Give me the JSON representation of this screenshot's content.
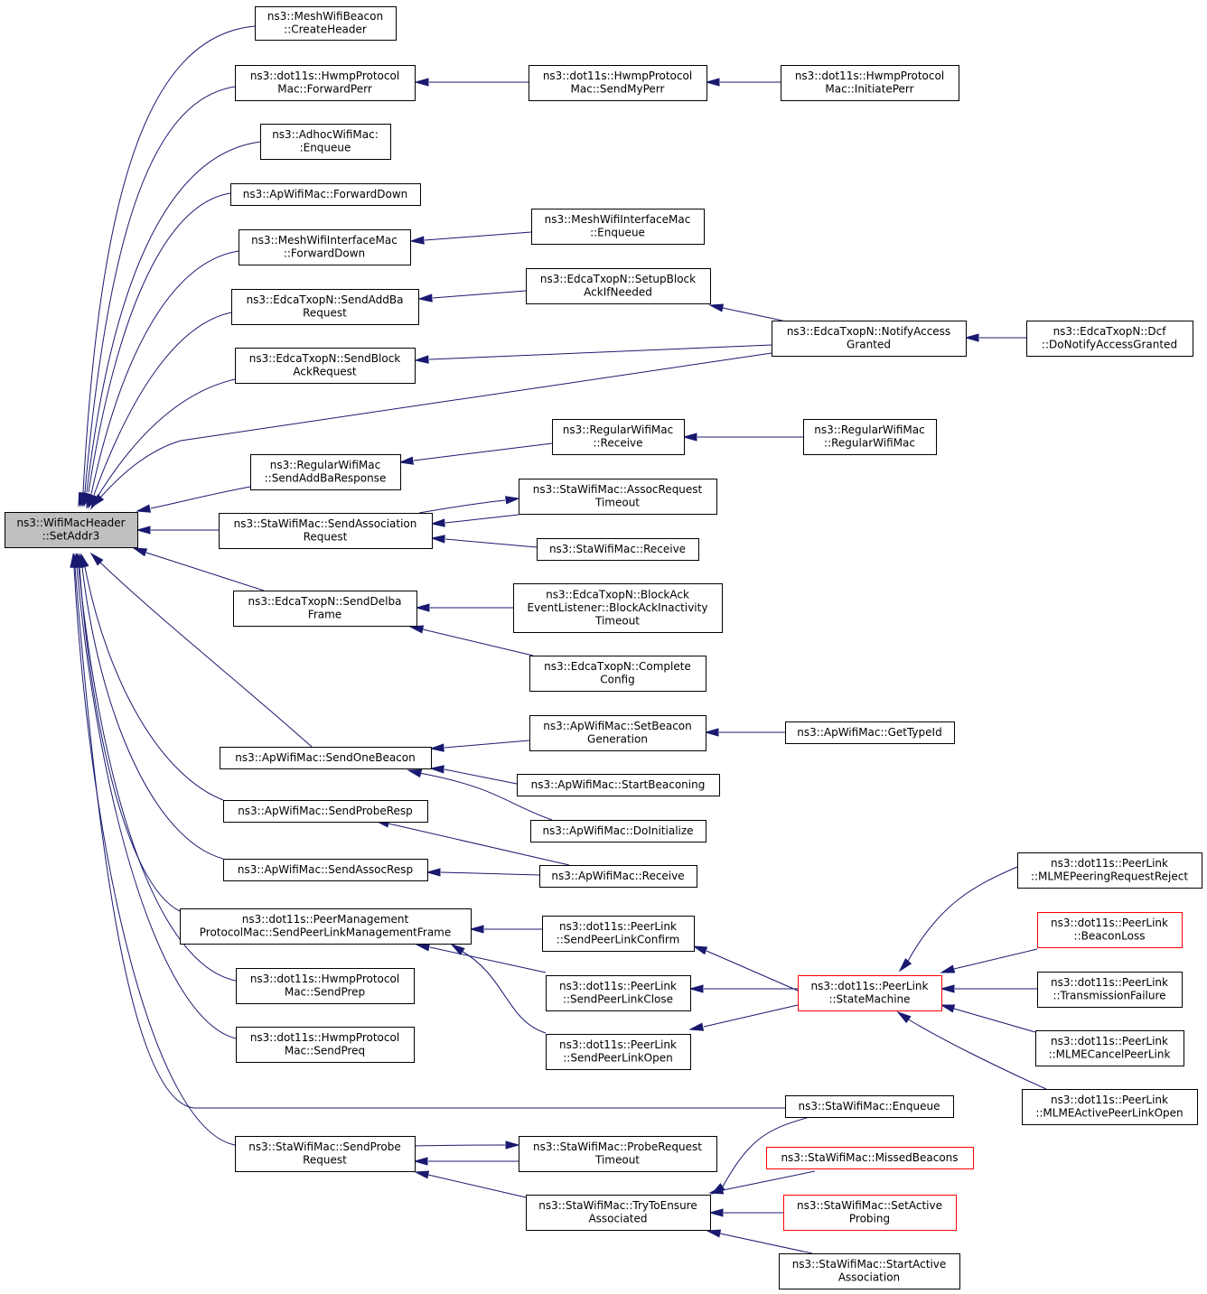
{
  "nodes": [
    {
      "id": "n0",
      "name": "wifimacheader-setaddr3",
      "lines": [
        "ns3::WifiMacHeader",
        "::SetAddr3"
      ],
      "root": true
    },
    {
      "id": "n1",
      "name": "meshwifibeacon-createheader",
      "lines": [
        "ns3::MeshWifiBeacon",
        "::CreateHeader"
      ]
    },
    {
      "id": "n2",
      "name": "hwmpprotocolmac-forwardperr",
      "lines": [
        "ns3::dot11s::HwmpProtocol",
        "Mac::ForwardPerr"
      ]
    },
    {
      "id": "n3",
      "name": "hwmpprotocolmac-sendmyperr",
      "lines": [
        "ns3::dot11s::HwmpProtocol",
        "Mac::SendMyPerr"
      ]
    },
    {
      "id": "n4",
      "name": "hwmpprotocolmac-initiateperr",
      "lines": [
        "ns3::dot11s::HwmpProtocol",
        "Mac::InitiatePerr"
      ]
    },
    {
      "id": "n5",
      "name": "adhocwifimac-enqueue",
      "lines": [
        "ns3::AdhocWifiMac:",
        ":Enqueue"
      ]
    },
    {
      "id": "n6",
      "name": "apwifimac-forwarddown",
      "lines": [
        "ns3::ApWifiMac::ForwardDown"
      ]
    },
    {
      "id": "n7",
      "name": "meshwifiinterfacemac-forwarddown",
      "lines": [
        "ns3::MeshWifiInterfaceMac",
        "::ForwardDown"
      ]
    },
    {
      "id": "n8",
      "name": "meshwifiinterfacemac-enqueue",
      "lines": [
        "ns3::MeshWifiInterfaceMac",
        "::Enqueue"
      ]
    },
    {
      "id": "n9",
      "name": "edcatxopn-sendaddbarequest",
      "lines": [
        "ns3::EdcaTxopN::SendAddBa",
        "Request"
      ]
    },
    {
      "id": "n10",
      "name": "edcatxopn-setupblockackifneeded",
      "lines": [
        "ns3::EdcaTxopN::SetupBlock",
        "AckIfNeeded"
      ]
    },
    {
      "id": "n11",
      "name": "edcatxopn-notifyaccessgranted",
      "lines": [
        "ns3::EdcaTxopN::NotifyAccess",
        "Granted"
      ]
    },
    {
      "id": "n12",
      "name": "edcatxopn-dcf-donotifyaccessgranted",
      "lines": [
        "ns3::EdcaTxopN::Dcf",
        "::DoNotifyAccessGranted"
      ]
    },
    {
      "id": "n13",
      "name": "edcatxopn-sendblockackrequest",
      "lines": [
        "ns3::EdcaTxopN::SendBlock",
        "AckRequest"
      ]
    },
    {
      "id": "n14",
      "name": "regularwifimac-sendaddbaresponse",
      "lines": [
        "ns3::RegularWifiMac",
        "::SendAddBaResponse"
      ]
    },
    {
      "id": "n15",
      "name": "regularwifimac-receive",
      "lines": [
        "ns3::RegularWifiMac",
        "::Receive"
      ]
    },
    {
      "id": "n16",
      "name": "regularwifimac-regularwifimac",
      "lines": [
        "ns3::RegularWifiMac",
        "::RegularWifiMac"
      ]
    },
    {
      "id": "n17",
      "name": "stawifimac-sendassociationrequest",
      "lines": [
        "ns3::StaWifiMac::SendAssociation",
        "Request"
      ]
    },
    {
      "id": "n18",
      "name": "stawifimac-assocrequesttimeout",
      "lines": [
        "ns3::StaWifiMac::AssocRequest",
        "Timeout"
      ]
    },
    {
      "id": "n19",
      "name": "stawifimac-receive",
      "lines": [
        "ns3::StaWifiMac::Receive"
      ]
    },
    {
      "id": "n20",
      "name": "edcatxopn-senddelbaframe",
      "lines": [
        "ns3::EdcaTxopN::SendDelba",
        "Frame"
      ]
    },
    {
      "id": "n21",
      "name": "edcatxopn-blockackinactivitytimeout",
      "lines": [
        "ns3::EdcaTxopN::BlockAck",
        "EventListener::BlockAckInactivity",
        "Timeout"
      ]
    },
    {
      "id": "n22",
      "name": "edcatxopn-completeconfig",
      "lines": [
        "ns3::EdcaTxopN::Complete",
        "Config"
      ]
    },
    {
      "id": "n23",
      "name": "apwifimac-sendonebeacon",
      "lines": [
        "ns3::ApWifiMac::SendOneBeacon"
      ]
    },
    {
      "id": "n24",
      "name": "apwifimac-setbeacongeneration",
      "lines": [
        "ns3::ApWifiMac::SetBeacon",
        "Generation"
      ]
    },
    {
      "id": "n25",
      "name": "apwifimac-gettypeid",
      "lines": [
        "ns3::ApWifiMac::GetTypeId"
      ]
    },
    {
      "id": "n26",
      "name": "apwifimac-startbeaconing",
      "lines": [
        "ns3::ApWifiMac::StartBeaconing"
      ]
    },
    {
      "id": "n27",
      "name": "apwifimac-doinitialize",
      "lines": [
        "ns3::ApWifiMac::DoInitialize"
      ]
    },
    {
      "id": "n28",
      "name": "apwifimac-sendproberesp",
      "lines": [
        "ns3::ApWifiMac::SendProbeResp"
      ]
    },
    {
      "id": "n29",
      "name": "apwifimac-sendassocresp",
      "lines": [
        "ns3::ApWifiMac::SendAssocResp"
      ]
    },
    {
      "id": "n30",
      "name": "apwifimac-receive",
      "lines": [
        "ns3::ApWifiMac::Receive"
      ]
    },
    {
      "id": "n31",
      "name": "peermanagementprotocolmac-sendpeerlinkmanagementframe",
      "lines": [
        "ns3::dot11s::PeerManagement",
        "ProtocolMac::SendPeerLinkManagementFrame"
      ]
    },
    {
      "id": "n32",
      "name": "peerlink-sendpeerlinkconfirm",
      "lines": [
        "ns3::dot11s::PeerLink",
        "::SendPeerLinkConfirm"
      ]
    },
    {
      "id": "n33",
      "name": "peerlink-sendpeerlinkclose",
      "lines": [
        "ns3::dot11s::PeerLink",
        "::SendPeerLinkClose"
      ]
    },
    {
      "id": "n34",
      "name": "peerlink-sendpeerlinkopen",
      "lines": [
        "ns3::dot11s::PeerLink",
        "::SendPeerLinkOpen"
      ]
    },
    {
      "id": "n35",
      "name": "peerlink-statemachine",
      "lines": [
        "ns3::dot11s::PeerLink",
        "::StateMachine"
      ],
      "red": true
    },
    {
      "id": "n36",
      "name": "peerlink-mlmepeeringrequestreject",
      "lines": [
        "ns3::dot11s::PeerLink",
        "::MLMEPeeringRequestReject"
      ]
    },
    {
      "id": "n37",
      "name": "peerlink-beaconloss",
      "lines": [
        "ns3::dot11s::PeerLink",
        "::BeaconLoss"
      ],
      "red": true
    },
    {
      "id": "n38",
      "name": "peerlink-transmissionfailure",
      "lines": [
        "ns3::dot11s::PeerLink",
        "::TransmissionFailure"
      ]
    },
    {
      "id": "n39",
      "name": "peerlink-mlmecancelpeerlink",
      "lines": [
        "ns3::dot11s::PeerLink",
        "::MLMECancelPeerLink"
      ]
    },
    {
      "id": "n40",
      "name": "peerlink-mlmeactivepeerlinkopen",
      "lines": [
        "ns3::dot11s::PeerLink",
        "::MLMEActivePeerLinkOpen"
      ]
    },
    {
      "id": "n41",
      "name": "hwmpprotocolmac-sendprep",
      "lines": [
        "ns3::dot11s::HwmpProtocol",
        "Mac::SendPrep"
      ]
    },
    {
      "id": "n42",
      "name": "hwmpprotocolmac-sendpreq",
      "lines": [
        "ns3::dot11s::HwmpProtocol",
        "Mac::SendPreq"
      ]
    },
    {
      "id": "n43",
      "name": "stawifimac-enqueue",
      "lines": [
        "ns3::StaWifiMac::Enqueue"
      ]
    },
    {
      "id": "n44",
      "name": "stawifimac-sendproberequest",
      "lines": [
        "ns3::StaWifiMac::SendProbe",
        "Request"
      ]
    },
    {
      "id": "n45",
      "name": "stawifimac-proberequesttimeout",
      "lines": [
        "ns3::StaWifiMac::ProbeRequest",
        "Timeout"
      ]
    },
    {
      "id": "n46",
      "name": "stawifimac-trytoensureassociated",
      "lines": [
        "ns3::StaWifiMac::TryToEnsure",
        "Associated"
      ]
    },
    {
      "id": "n47",
      "name": "stawifimac-missedbeacons",
      "lines": [
        "ns3::StaWifiMac::MissedBeacons"
      ],
      "red": true
    },
    {
      "id": "n48",
      "name": "stawifimac-setactiveprobing",
      "lines": [
        "ns3::StaWifiMac::SetActive",
        "Probing"
      ],
      "red": true
    },
    {
      "id": "n49",
      "name": "stawifimac-startactiveassociation",
      "lines": [
        "ns3::StaWifiMac::StartActive",
        "Association"
      ]
    }
  ],
  "edges": [
    {
      "from": "n1",
      "to": "n0"
    },
    {
      "from": "n2",
      "to": "n0"
    },
    {
      "from": "n3",
      "to": "n2"
    },
    {
      "from": "n4",
      "to": "n3"
    },
    {
      "from": "n5",
      "to": "n0"
    },
    {
      "from": "n6",
      "to": "n0"
    },
    {
      "from": "n7",
      "to": "n0"
    },
    {
      "from": "n8",
      "to": "n7"
    },
    {
      "from": "n9",
      "to": "n0"
    },
    {
      "from": "n10",
      "to": "n9"
    },
    {
      "from": "n11",
      "to": "n10"
    },
    {
      "from": "n12",
      "to": "n11"
    },
    {
      "from": "n13",
      "to": "n0"
    },
    {
      "from": "n11",
      "to": "n13"
    },
    {
      "from": "n11",
      "to": "n0"
    },
    {
      "from": "n14",
      "to": "n0"
    },
    {
      "from": "n15",
      "to": "n14"
    },
    {
      "from": "n16",
      "to": "n15"
    },
    {
      "from": "n17",
      "to": "n0"
    },
    {
      "from": "n17",
      "to": "n18"
    },
    {
      "from": "n18",
      "to": "n17"
    },
    {
      "from": "n19",
      "to": "n17"
    },
    {
      "from": "n20",
      "to": "n0"
    },
    {
      "from": "n21",
      "to": "n20"
    },
    {
      "from": "n22",
      "to": "n20"
    },
    {
      "from": "n23",
      "to": "n0"
    },
    {
      "from": "n24",
      "to": "n23"
    },
    {
      "from": "n25",
      "to": "n24"
    },
    {
      "from": "n26",
      "to": "n23"
    },
    {
      "from": "n27",
      "to": "n23"
    },
    {
      "from": "n28",
      "to": "n0"
    },
    {
      "from": "n30",
      "to": "n28"
    },
    {
      "from": "n29",
      "to": "n0"
    },
    {
      "from": "n30",
      "to": "n29"
    },
    {
      "from": "n31",
      "to": "n0"
    },
    {
      "from": "n32",
      "to": "n31"
    },
    {
      "from": "n33",
      "to": "n31"
    },
    {
      "from": "n34",
      "to": "n31"
    },
    {
      "from": "n35",
      "to": "n32"
    },
    {
      "from": "n35",
      "to": "n33"
    },
    {
      "from": "n35",
      "to": "n34"
    },
    {
      "from": "n36",
      "to": "n35"
    },
    {
      "from": "n37",
      "to": "n35"
    },
    {
      "from": "n38",
      "to": "n35"
    },
    {
      "from": "n39",
      "to": "n35"
    },
    {
      "from": "n40",
      "to": "n35"
    },
    {
      "from": "n41",
      "to": "n0"
    },
    {
      "from": "n42",
      "to": "n0"
    },
    {
      "from": "n43",
      "to": "n0"
    },
    {
      "from": "n44",
      "to": "n0"
    },
    {
      "from": "n44",
      "to": "n45"
    },
    {
      "from": "n45",
      "to": "n44"
    },
    {
      "from": "n46",
      "to": "n44"
    },
    {
      "from": "n43",
      "to": "n46"
    },
    {
      "from": "n47",
      "to": "n46"
    },
    {
      "from": "n48",
      "to": "n46"
    },
    {
      "from": "n49",
      "to": "n46"
    }
  ]
}
